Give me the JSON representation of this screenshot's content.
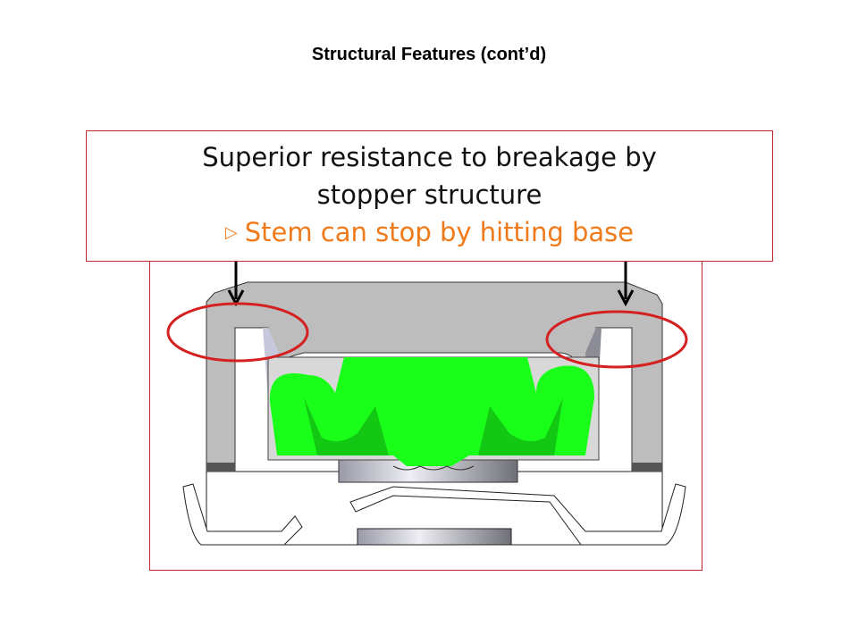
{
  "title": "Structural Features (cont’d)",
  "callout": {
    "line1": "Superior resistance to breakage by",
    "line2": "stopper structure",
    "bullet": "▷",
    "highlight": "Stem can stop by hitting base"
  },
  "colors": {
    "highlight": "#f07a1a",
    "frame": "#c0272d",
    "stem": "#1aff1a",
    "cap": "#bdbdbd"
  }
}
